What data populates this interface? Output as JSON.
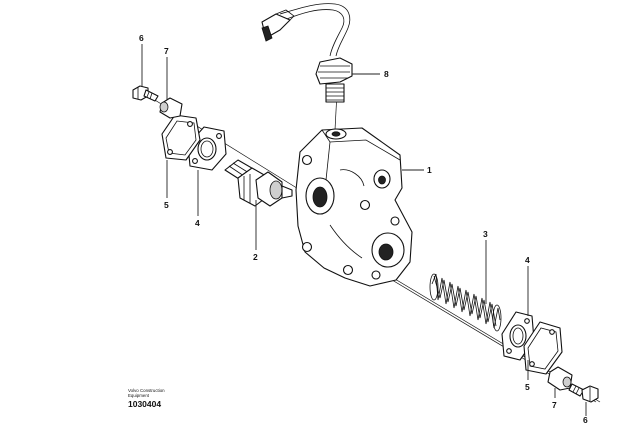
{
  "callouts": {
    "c1": "1",
    "c2": "2",
    "c3": "3",
    "c4a": "4",
    "c4b": "4",
    "c5a": "5",
    "c5b": "5",
    "c6a": "6",
    "c6b": "6",
    "c7a": "7",
    "c7b": "7",
    "c8": "8"
  },
  "caption": {
    "brand_line1": "Volvo Construction",
    "brand_line2": "Equipment",
    "drawing_number": "1030404"
  }
}
